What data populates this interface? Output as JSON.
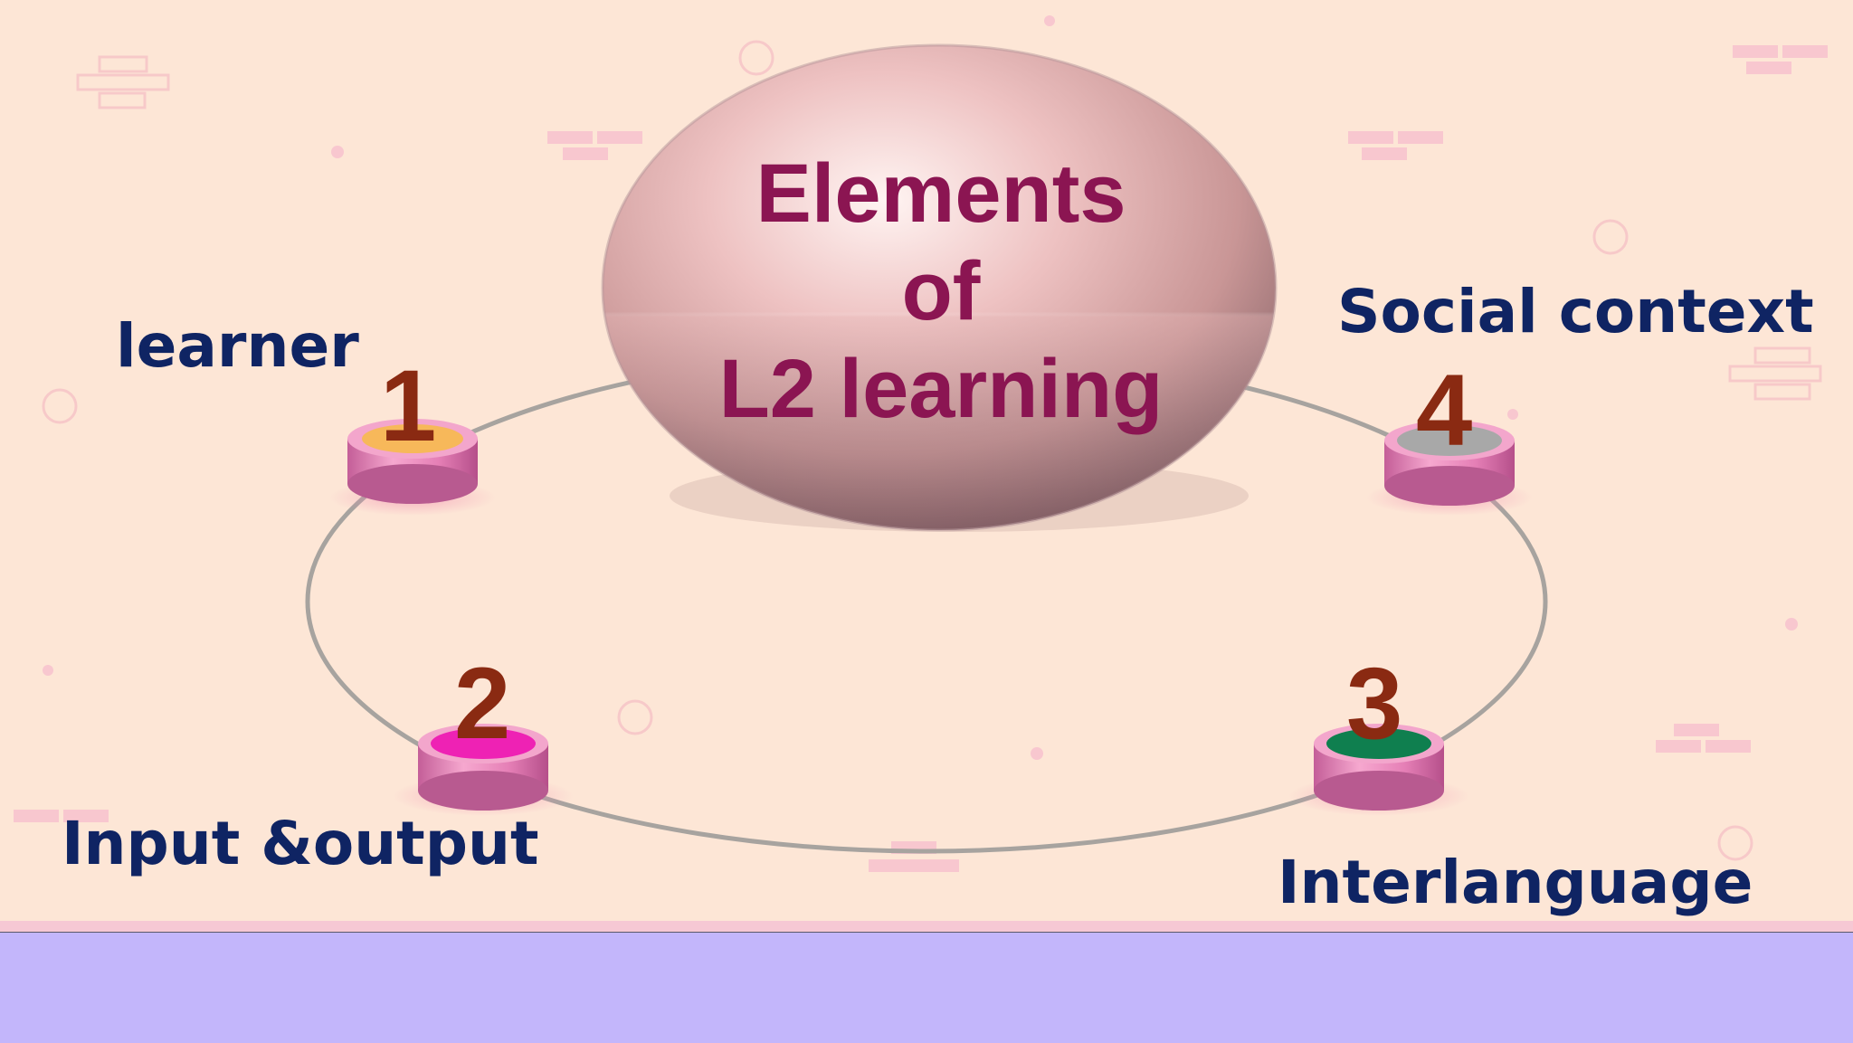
{
  "title": {
    "line1": "Elements",
    "line2": "of",
    "line3": "L2 learning"
  },
  "elements": [
    {
      "number": "1",
      "label": "learner",
      "cap_color": "#f7b85a"
    },
    {
      "number": "2",
      "label": "Input &output",
      "cap_color": "#ee22b4"
    },
    {
      "number": "3",
      "label": "Interlanguage",
      "cap_color": "#0f7f4f"
    },
    {
      "number": "4",
      "label": "Social context",
      "cap_color": "#a8a8a8"
    }
  ],
  "colors": {
    "background": "#fde6d6",
    "label_text": "#0f2463",
    "number_text": "#8a2a12",
    "title_text": "#8b1552",
    "footer": "#c3b6fb"
  }
}
